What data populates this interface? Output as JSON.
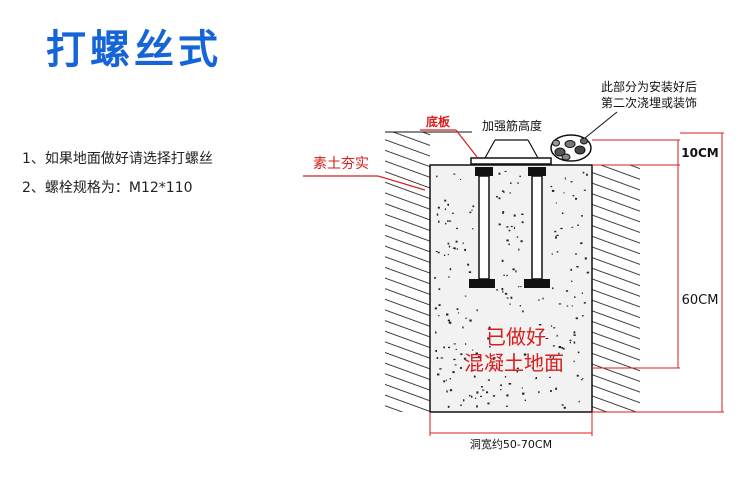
{
  "title": "打螺丝式",
  "notes": [
    "1、如果地面做好请选择打螺丝",
    "2、螺栓规格为：M12*110"
  ],
  "diagram": {
    "label_base_plate": "底板",
    "label_rib_height": "加强筋高度",
    "label_compacted_soil": "素土夯实",
    "label_second_pour": [
      "此部分为安装好后",
      "第二次浇埋或装饰"
    ],
    "label_10cm": "10CM",
    "label_60cm": "60CM",
    "label_concrete": [
      "已做好",
      "混凝土地面"
    ],
    "label_hole_width": "洞宽约50-70CM",
    "colors": {
      "red": "#d81e1e",
      "black": "#111111",
      "title_blue": "#1565d8"
    }
  }
}
